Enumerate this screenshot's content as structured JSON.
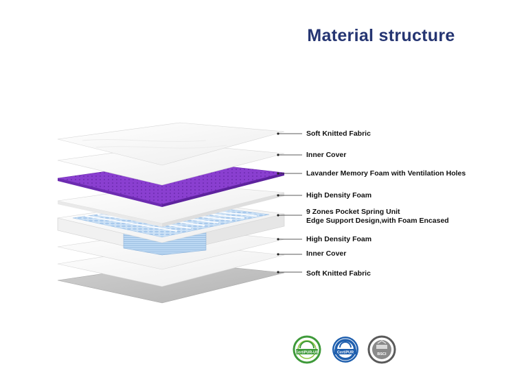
{
  "header": {
    "title": "Material structure"
  },
  "colors": {
    "title": "#253572",
    "lavender": "#8a3fd0",
    "lavender_dark": "#6c2bb0",
    "spring_blue": "#b9d7f2",
    "sheet_white": "#f6f6f6",
    "sheet_bottom": "#bdbdbd",
    "leader": "#222222"
  },
  "layers": [
    {
      "id": "soft-knitted-fabric-top",
      "label": "Soft Knitted Fabric",
      "material": "fabric"
    },
    {
      "id": "inner-cover-top",
      "label": "Inner Cover",
      "material": "cover"
    },
    {
      "id": "lavender-memory-foam",
      "label": "Lavander Memory Foam with Ventilation Holes",
      "material": "memory-foam"
    },
    {
      "id": "high-density-foam-top",
      "label": "High Density Foam",
      "material": "foam"
    },
    {
      "id": "pocket-spring-unit",
      "label": "9 Zones Pocket Spring Unit",
      "label2": "Edge Support Design,with Foam Encased",
      "material": "spring"
    },
    {
      "id": "high-density-foam-bottom",
      "label": "High Density Foam",
      "material": "foam"
    },
    {
      "id": "inner-cover-bottom",
      "label": "Inner Cover",
      "material": "cover"
    },
    {
      "id": "soft-knitted-fabric-bottom",
      "label": "Soft Knitted Fabric",
      "material": "fabric-base"
    }
  ],
  "certifications": [
    {
      "id": "certipur-us",
      "name": "CertiPUR-US",
      "color": "#3f9a3a"
    },
    {
      "id": "certipur",
      "name": "CertiPUR",
      "color": "#1f5fae"
    },
    {
      "id": "bsci",
      "name": "BSCI",
      "color": "#6b6b6b"
    }
  ]
}
